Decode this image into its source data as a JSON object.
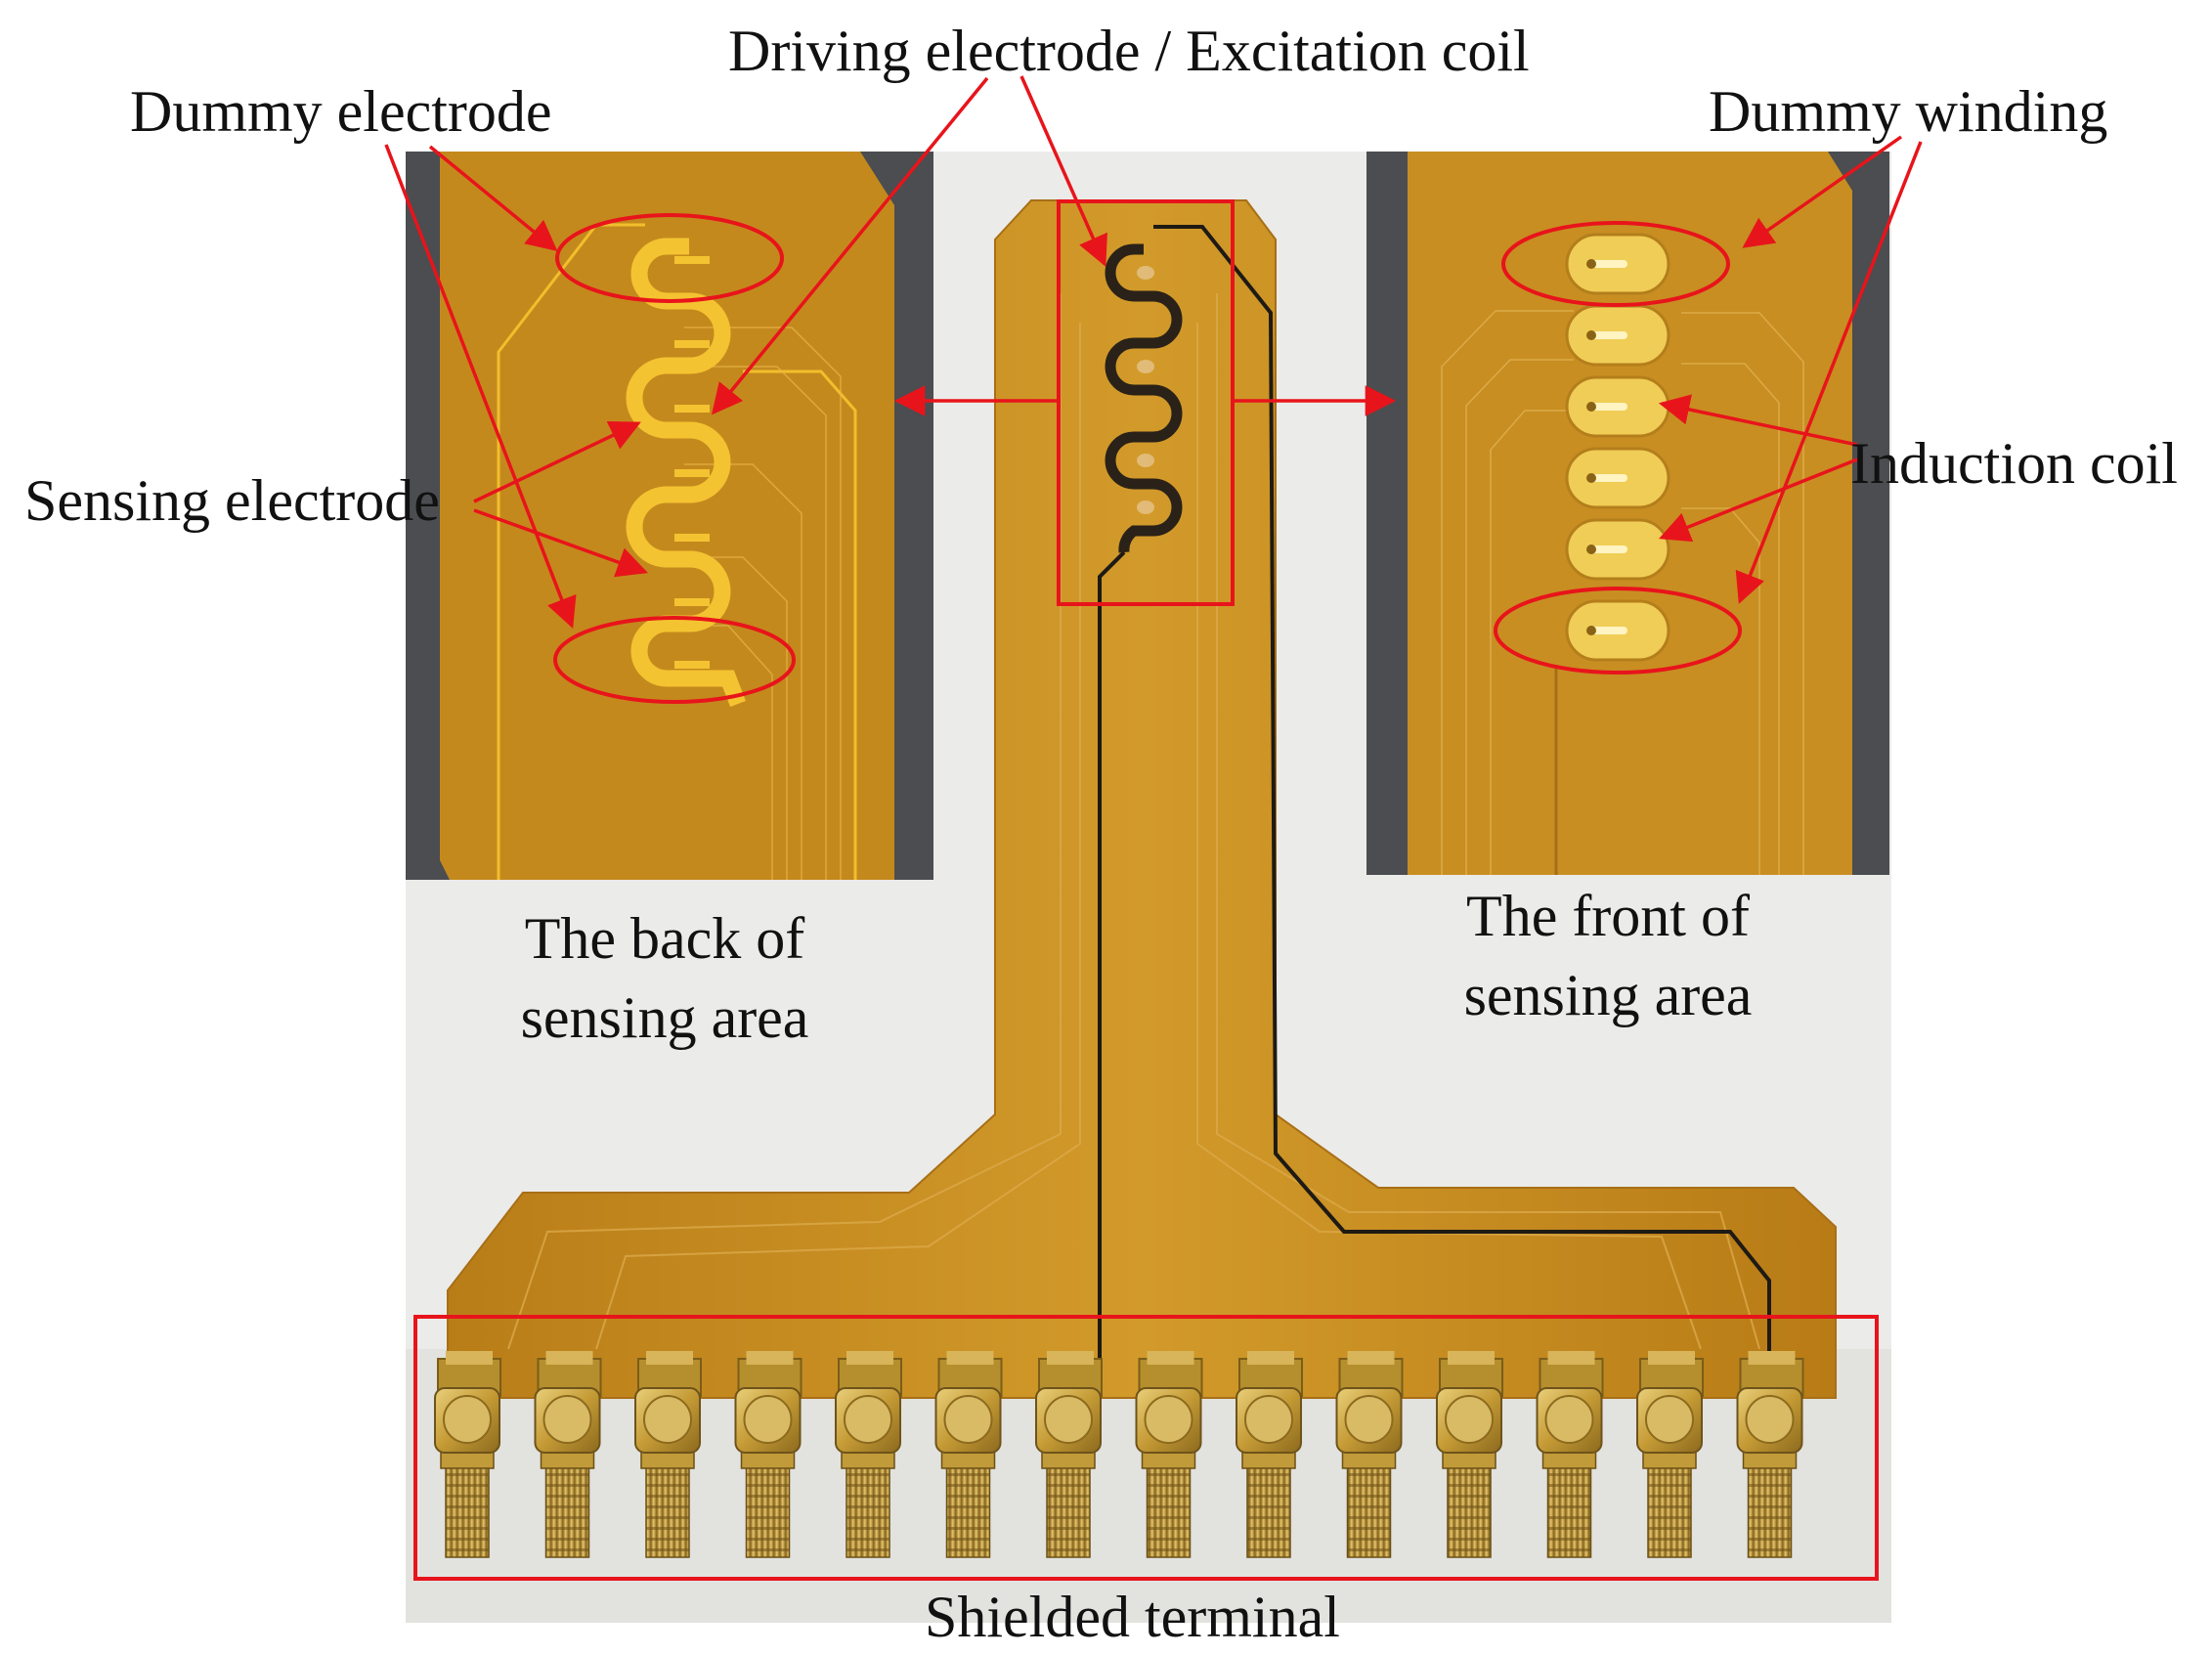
{
  "labels": {
    "driving": "Driving electrode / Excitation coil",
    "dummy_electrode": "Dummy electrode",
    "dummy_winding": "Dummy winding",
    "sensing_electrode": "Sensing electrode",
    "induction_coil": "Induction coil",
    "shielded_terminal": "Shielded terminal"
  },
  "captions": {
    "back": [
      "The back of",
      "sensing area"
    ],
    "front": [
      "The front of",
      "sensing area"
    ]
  },
  "colors": {
    "annotation": "#e8141b",
    "flex_pcb": "#c98f22",
    "flex_pcb_dark": "#9a6412",
    "copper": "#f2be2c",
    "gold_connector": "#c9a23c",
    "black_trace": "#1e1a14",
    "backdrop": "#ececea",
    "dark_background": "#4b4d50"
  },
  "connector_count": 14
}
